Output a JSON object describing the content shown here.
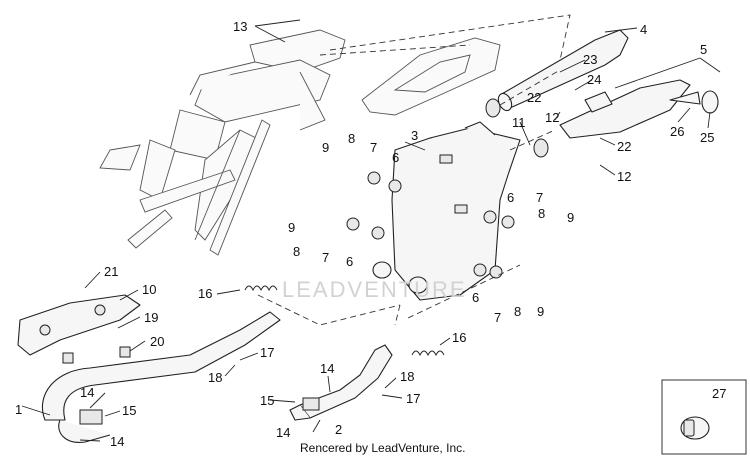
{
  "diagram": {
    "watermark": "LEADVENTURE",
    "credit": "Rencered by LeadVenture, Inc.",
    "inset_label": "27",
    "callouts": [
      {
        "key": "c1",
        "text": "1"
      },
      {
        "key": "c2",
        "text": "2"
      },
      {
        "key": "c3",
        "text": "3"
      },
      {
        "key": "c4",
        "text": "4"
      },
      {
        "key": "c5",
        "text": "5"
      },
      {
        "key": "c6a",
        "text": "6"
      },
      {
        "key": "c6b",
        "text": "6"
      },
      {
        "key": "c6c",
        "text": "6"
      },
      {
        "key": "c6d",
        "text": "6"
      },
      {
        "key": "c7a",
        "text": "7"
      },
      {
        "key": "c7b",
        "text": "7"
      },
      {
        "key": "c7c",
        "text": "7"
      },
      {
        "key": "c7d",
        "text": "7"
      },
      {
        "key": "c8a",
        "text": "8"
      },
      {
        "key": "c8b",
        "text": "8"
      },
      {
        "key": "c8c",
        "text": "8"
      },
      {
        "key": "c8d",
        "text": "8"
      },
      {
        "key": "c9a",
        "text": "9"
      },
      {
        "key": "c9b",
        "text": "9"
      },
      {
        "key": "c9c",
        "text": "9"
      },
      {
        "key": "c9d",
        "text": "9"
      },
      {
        "key": "c10",
        "text": "10"
      },
      {
        "key": "c11",
        "text": "11"
      },
      {
        "key": "c12a",
        "text": "12"
      },
      {
        "key": "c12b",
        "text": "12"
      },
      {
        "key": "c13",
        "text": "13"
      },
      {
        "key": "c14a",
        "text": "14"
      },
      {
        "key": "c14b",
        "text": "14"
      },
      {
        "key": "c14c",
        "text": "14"
      },
      {
        "key": "c14d",
        "text": "14"
      },
      {
        "key": "c15a",
        "text": "15"
      },
      {
        "key": "c15b",
        "text": "15"
      },
      {
        "key": "c16a",
        "text": "16"
      },
      {
        "key": "c16b",
        "text": "16"
      },
      {
        "key": "c17a",
        "text": "17"
      },
      {
        "key": "c17b",
        "text": "17"
      },
      {
        "key": "c18a",
        "text": "18"
      },
      {
        "key": "c18b",
        "text": "18"
      },
      {
        "key": "c19",
        "text": "19"
      },
      {
        "key": "c20",
        "text": "20"
      },
      {
        "key": "c21",
        "text": "21"
      },
      {
        "key": "c22a",
        "text": "22"
      },
      {
        "key": "c22b",
        "text": "22"
      },
      {
        "key": "c23",
        "text": "23"
      },
      {
        "key": "c24",
        "text": "24"
      },
      {
        "key": "c25",
        "text": "25"
      },
      {
        "key": "c26",
        "text": "26"
      }
    ]
  }
}
